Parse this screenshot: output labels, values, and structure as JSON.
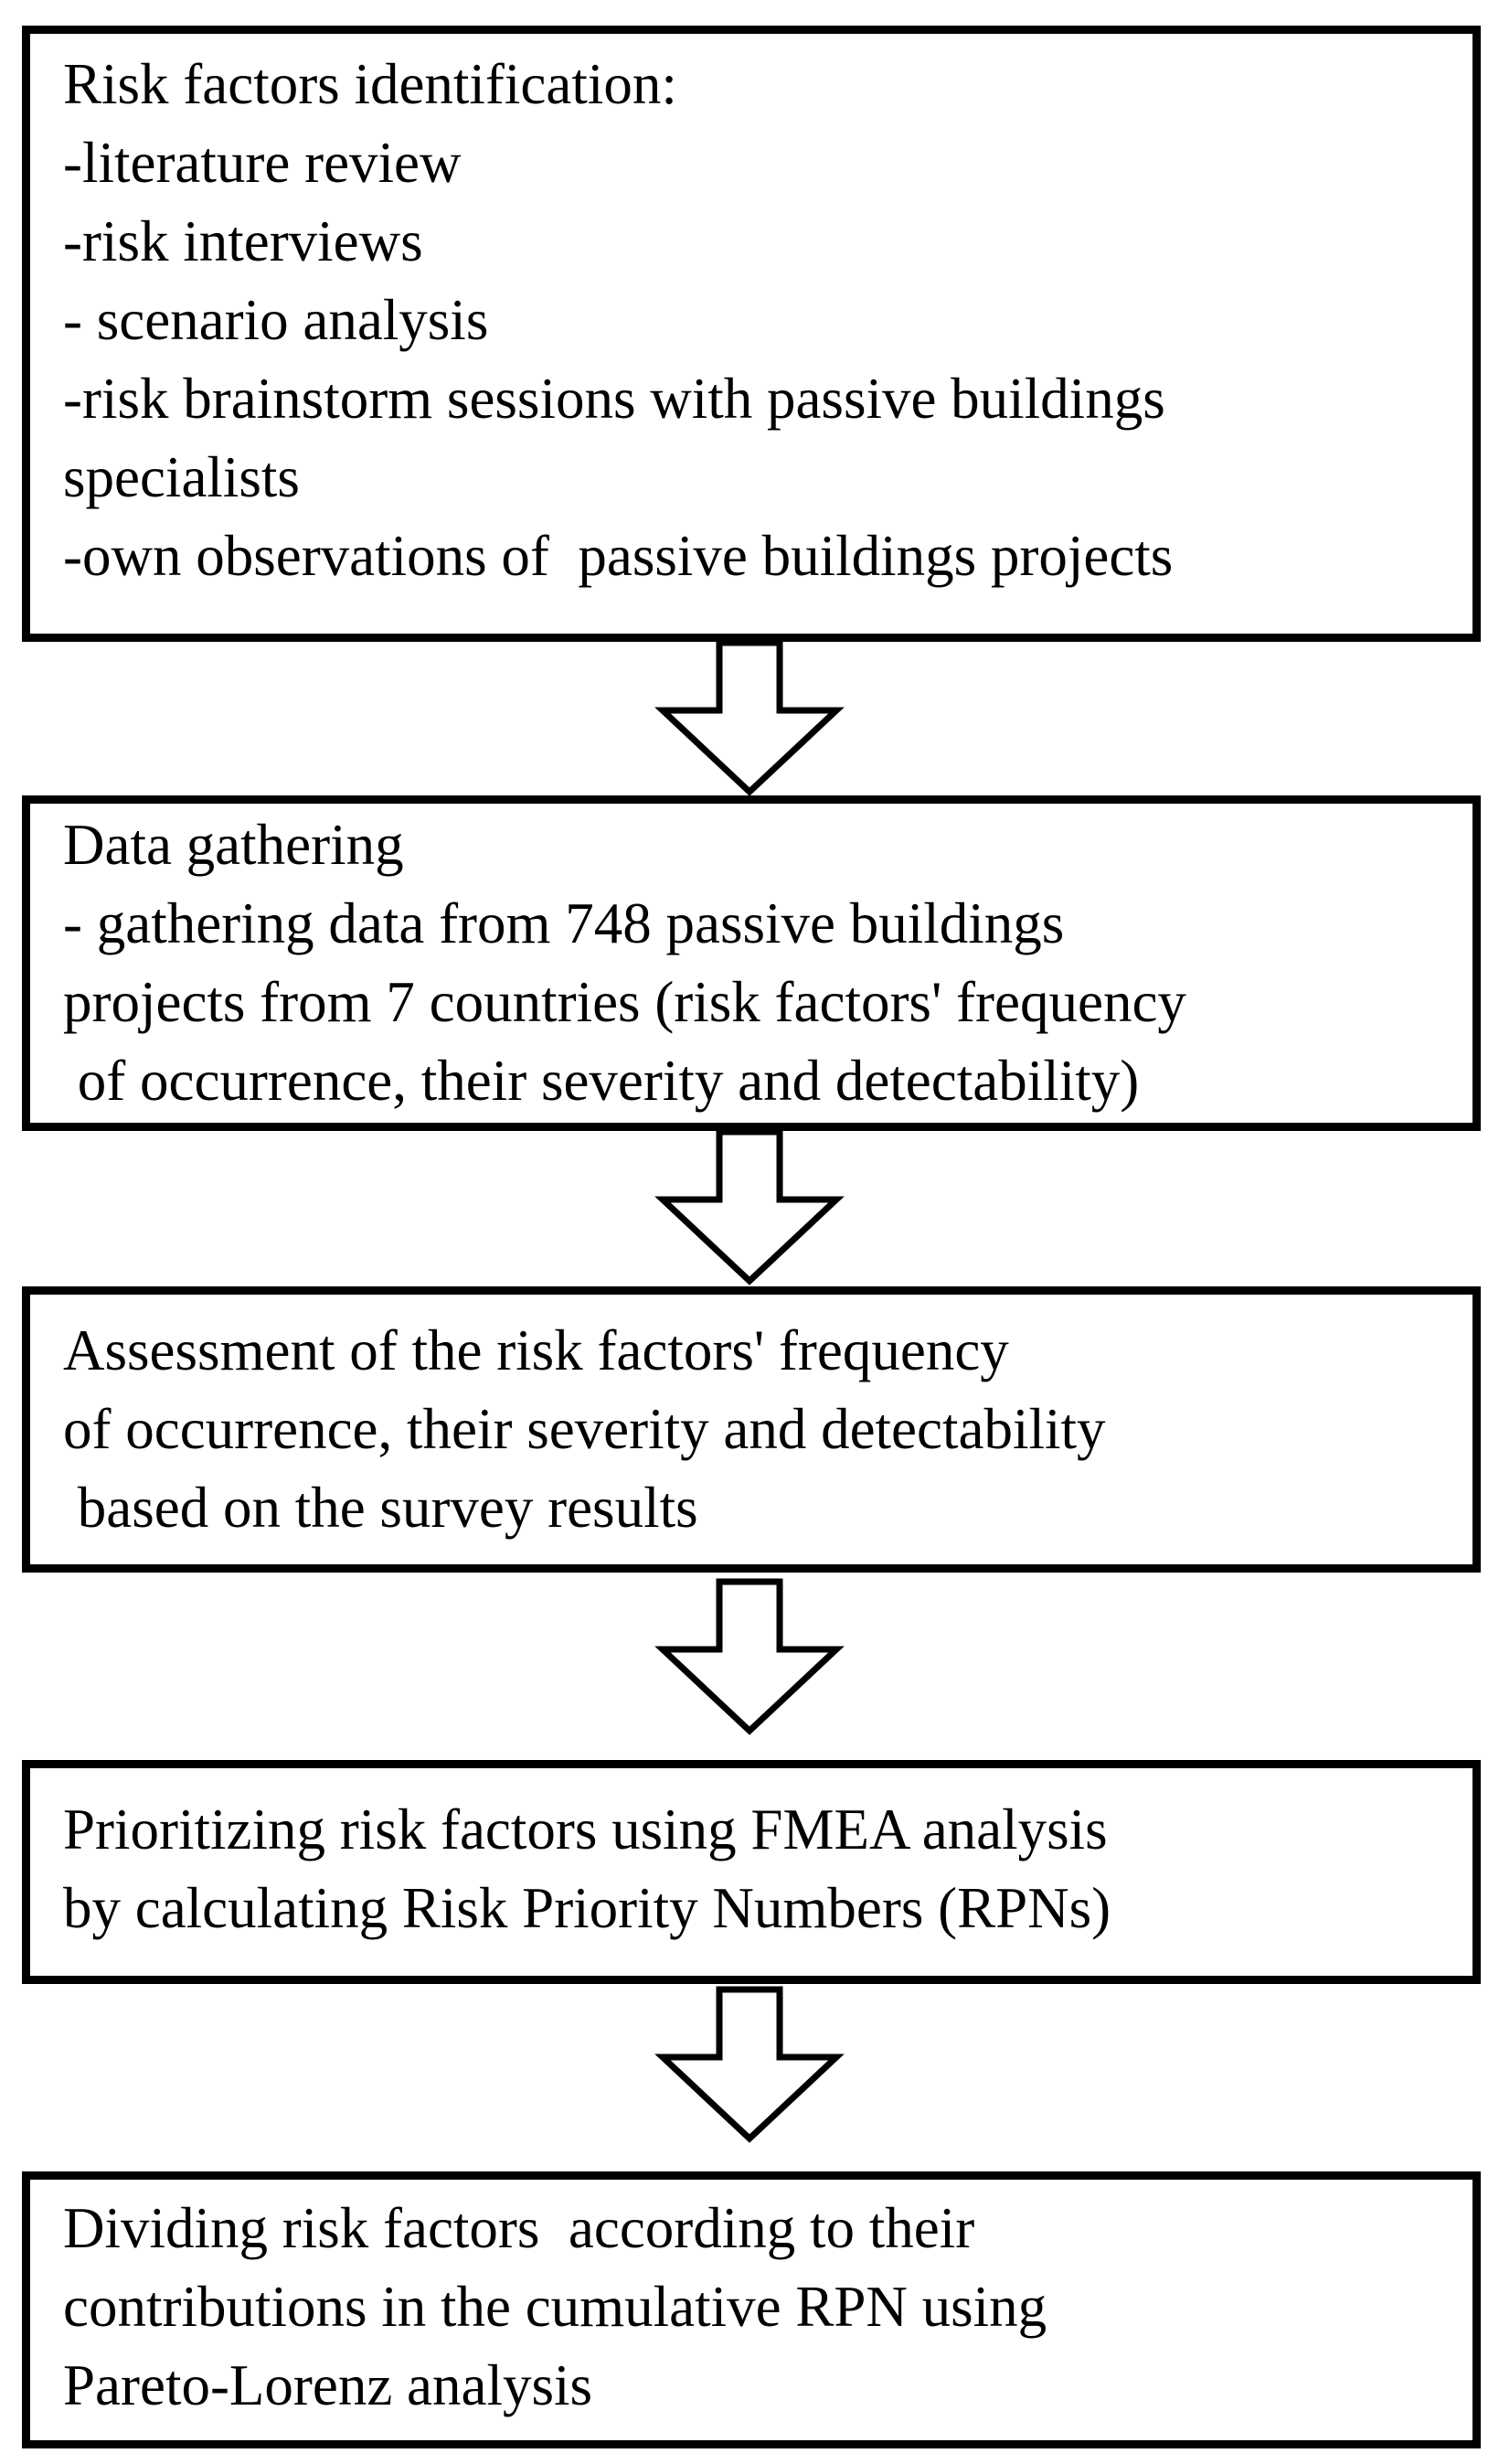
{
  "diagram": {
    "type": "flowchart",
    "direction": "top-down",
    "colors": {
      "box_border": "#000000",
      "box_fill": "#ffffff",
      "text": "#000000",
      "arrow_outline": "#000000",
      "arrow_fill": "#ffffff"
    },
    "arrow_icon": "down-block-arrow",
    "steps": [
      {
        "name": "risk-factors-identification",
        "text": "Risk factors identification:\n-literature review\n-risk interviews\n- scenario analysis\n-risk brainstorm sessions with passive buildings\nspecialists\n-own observations of  passive buildings projects"
      },
      {
        "name": "data-gathering",
        "text": "Data gathering\n- gathering data from 748 passive buildings\nprojects from 7 countries (risk factors' frequency\n of occurrence, their severity and detectability)"
      },
      {
        "name": "assessment-of-risk-factors",
        "text": "Assessment of the risk factors' frequency\nof occurrence, their severity and detectability\n based on the survey results"
      },
      {
        "name": "fmea-prioritization",
        "text": "Prioritizing risk factors using FMEA analysis\nby calculating Risk Priority Numbers (RPNs)"
      },
      {
        "name": "pareto-lorenz-division",
        "text": "Dividing risk factors  according to their\ncontributions in the cumulative RPN using\nPareto-Lorenz analysis"
      }
    ]
  }
}
